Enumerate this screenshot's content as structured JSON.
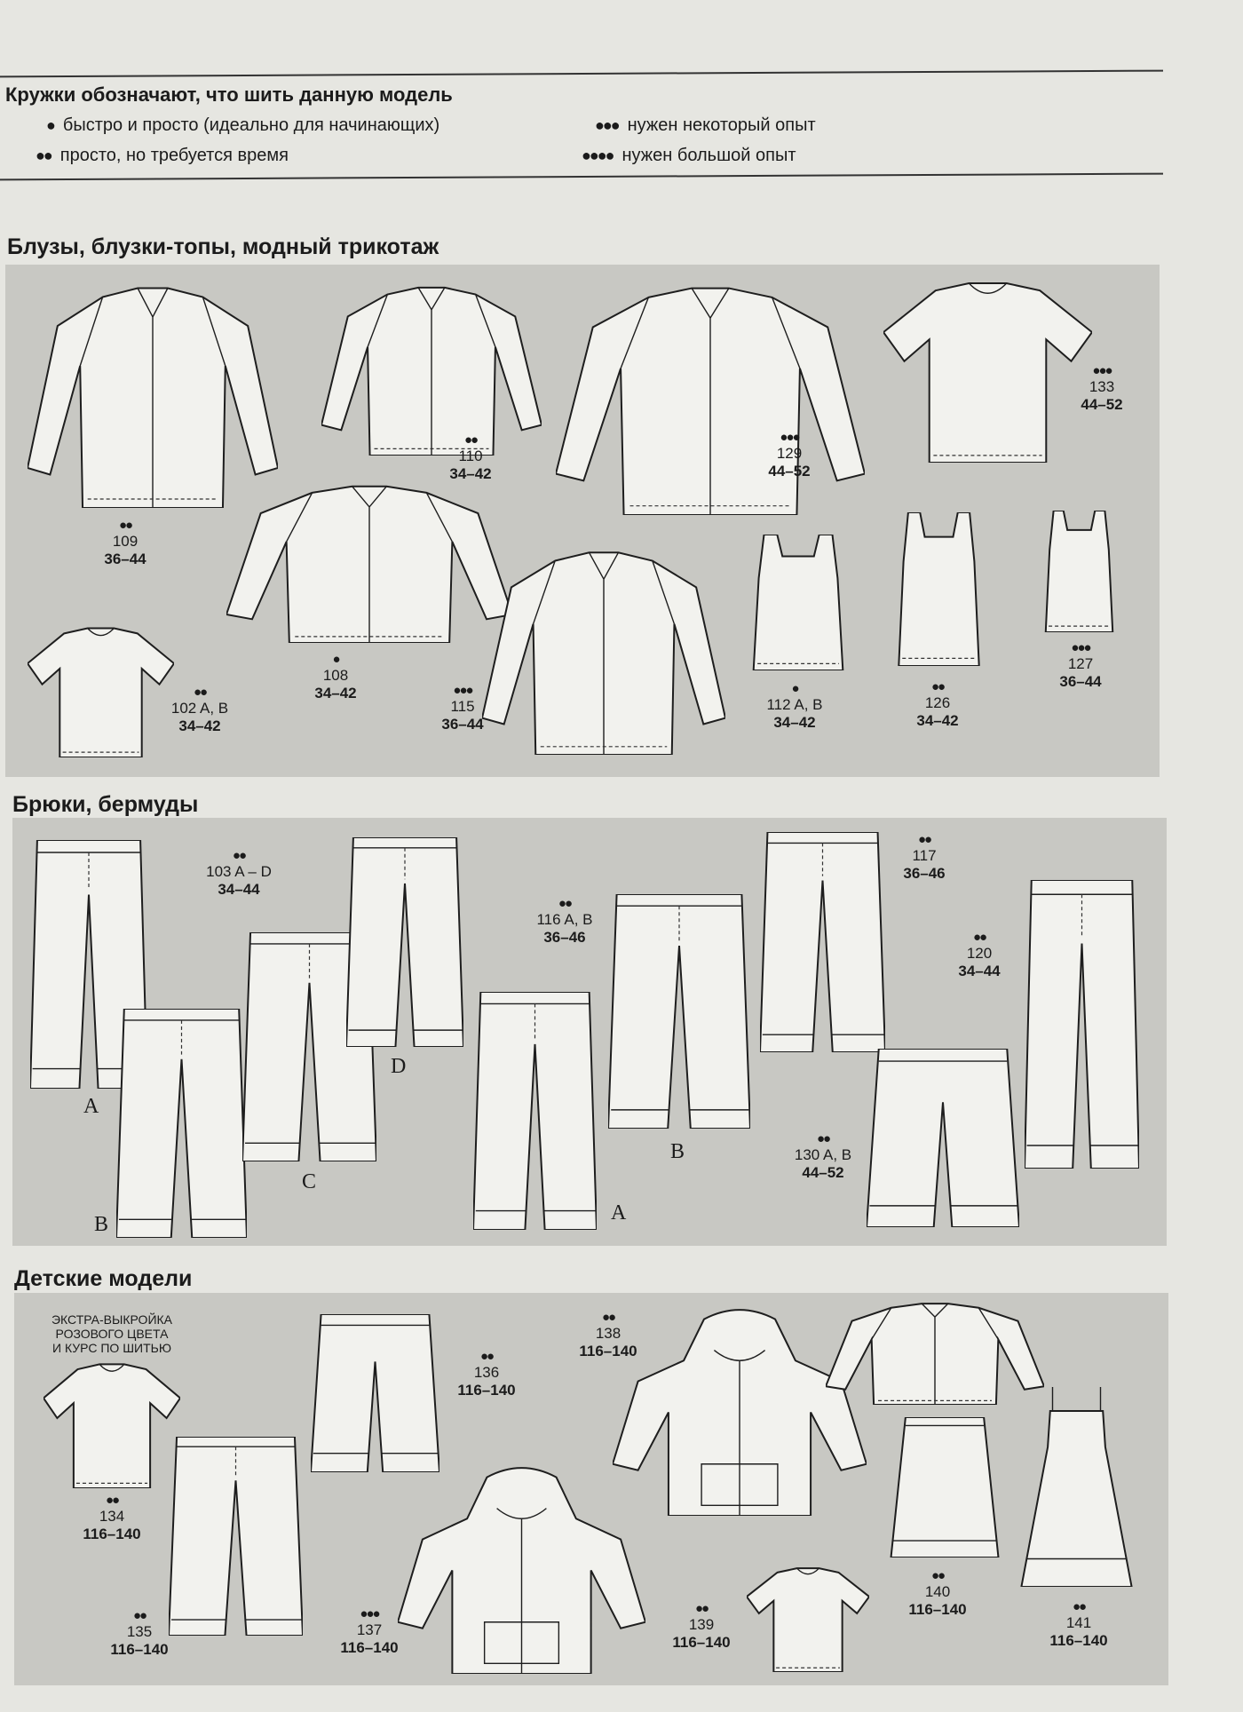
{
  "legend": {
    "title": "Кружки обозначают, что шить данную модель",
    "items": [
      {
        "dots": "●",
        "text": "быстро и просто (идеально для начинающих)"
      },
      {
        "dots": "●●",
        "text": "просто, но требуется время"
      },
      {
        "dots": "●●●",
        "text": "нужен некоторый опыт"
      },
      {
        "dots": "●●●●",
        "text": "нужен большой опыт"
      }
    ]
  },
  "sections": [
    {
      "title": "Блузы, блузки-топы, модный трикотаж",
      "items": [
        {
          "dots": "●●",
          "number": "109",
          "sizes": "36–44"
        },
        {
          "dots": "●●",
          "number": "110",
          "sizes": "34–42"
        },
        {
          "dots": "●●●",
          "number": "129",
          "sizes": "44–52"
        },
        {
          "dots": "●●●",
          "number": "133",
          "sizes": "44–52"
        },
        {
          "dots": "●",
          "number": "108",
          "sizes": "34–42"
        },
        {
          "dots": "●●",
          "number": "102 A, B",
          "sizes": "34–42"
        },
        {
          "dots": "●●●",
          "number": "115",
          "sizes": "36–44"
        },
        {
          "dots": "●",
          "number": "112 A, B",
          "sizes": "34–42"
        },
        {
          "dots": "●●",
          "number": "126",
          "sizes": "34–42"
        },
        {
          "dots": "●●●",
          "number": "127",
          "sizes": "36–44"
        }
      ]
    },
    {
      "title": "Брюки, бермуды",
      "items": [
        {
          "dots": "●●",
          "number": "103 A – D",
          "sizes": "34–44"
        },
        {
          "dots": "●●",
          "number": "116 A, B",
          "sizes": "36–46"
        },
        {
          "dots": "●●",
          "number": "117",
          "sizes": "36–46"
        },
        {
          "dots": "●●",
          "number": "120",
          "sizes": "34–44"
        },
        {
          "dots": "●●",
          "number": "130 A, B",
          "sizes": "44–52"
        }
      ],
      "variant_letters": [
        "A",
        "B",
        "C",
        "D",
        "A",
        "B"
      ]
    },
    {
      "title": "Детские модели",
      "note": [
        "ЭКСТРА-ВЫКРОЙКА",
        "РОЗОВОГО ЦВЕТА",
        "И КУРС ПО ШИТЬЮ"
      ],
      "items": [
        {
          "dots": "●●",
          "number": "136",
          "sizes": "116–140"
        },
        {
          "dots": "●●",
          "number": "138",
          "sizes": "116–140"
        },
        {
          "dots": "●●",
          "number": "134",
          "sizes": "116–140"
        },
        {
          "dots": "●●",
          "number": "135",
          "sizes": "116–140"
        },
        {
          "dots": "●●●",
          "number": "137",
          "sizes": "116–140"
        },
        {
          "dots": "●●",
          "number": "139",
          "sizes": "116–140"
        },
        {
          "dots": "●●",
          "number": "140",
          "sizes": "116–140"
        },
        {
          "dots": "●●",
          "number": "141",
          "sizes": "116–140"
        }
      ]
    }
  ]
}
